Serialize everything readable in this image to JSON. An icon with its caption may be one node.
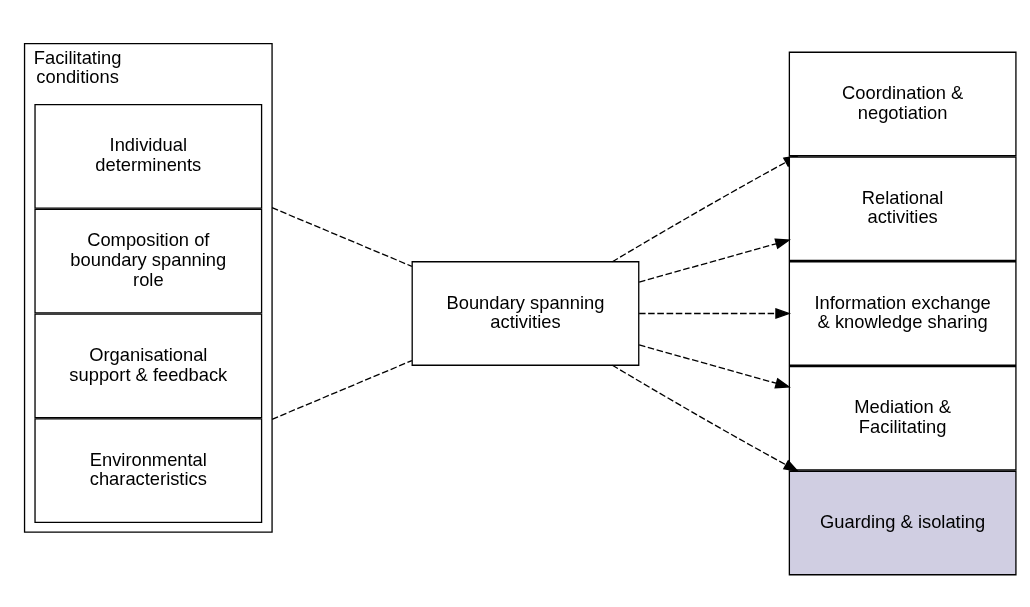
{
  "diagram": {
    "nodes": [
      {
        "text": [
          "Facilitating conditions"
        ]
      },
      {
        "text": [
          "Environmental characteristics"
        ],
        "in": 0
      },
      {
        "text": [
          "Organisational support & feedback"
        ],
        "in": 0
      },
      {
        "text": [
          "Composition of boundary spanning role"
        ],
        "in": 0
      },
      {
        "text": [
          "Individual determinents"
        ],
        "in": 0
      },
      {
        "text": [
          "Boundary spanning activities"
        ]
      },
      {
        "text": [
          "Coordination & negotiation"
        ]
      },
      {
        "text": [
          "Relational activities"
        ]
      },
      {
        "text": [
          "Information exchange & knowledge sharing"
        ]
      },
      {
        "text": [
          "Mediation & Facilitating"
        ]
      },
      {
        "text": [
          "Guarding & isolating"
        ]
      }
    ],
    "edges": [
      {
        "from": 0,
        "to": 5,
        "arrow": "none",
        "style": "dashed"
      },
      {
        "from": 0,
        "to": 5,
        "arrow": "none",
        "style": "dashed"
      },
      {
        "from": 5,
        "to": 6,
        "arrow": "to",
        "style": "dashed"
      },
      {
        "from": 5,
        "to": 7,
        "arrow": "to",
        "style": "dashed"
      },
      {
        "from": 5,
        "to": 8,
        "arrow": "to",
        "style": "dashed"
      },
      {
        "from": 5,
        "to": 9,
        "arrow": "to",
        "style": "dashed"
      },
      {
        "from": 5,
        "to": 10,
        "arrow": "to",
        "style": "dashed"
      }
    ]
  }
}
